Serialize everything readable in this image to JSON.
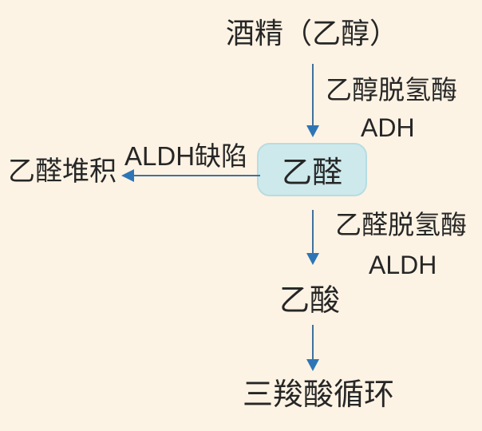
{
  "colors": {
    "background": "#fdf3e4",
    "text": "#262626",
    "arrow_shaft": "#41719c",
    "arrow_head": "#2e75b6",
    "box_fill": "#cde9ec",
    "box_border": "#b7dde1"
  },
  "diagram": {
    "nodes": {
      "ethanol": "酒精（乙醇）",
      "acetaldehyde": "乙醛",
      "acetaldehyde_accumulation": "乙醛堆积",
      "acetic_acid": "乙酸",
      "tca_cycle": "三羧酸循环"
    },
    "edge_labels": {
      "step1_enzyme": "乙醇脱氢酶",
      "step1_abbr": "ADH",
      "step2_enzyme": "乙醛脱氢酶",
      "step2_abbr": "ALDH",
      "branch_condition": "ALDH缺陷"
    }
  }
}
